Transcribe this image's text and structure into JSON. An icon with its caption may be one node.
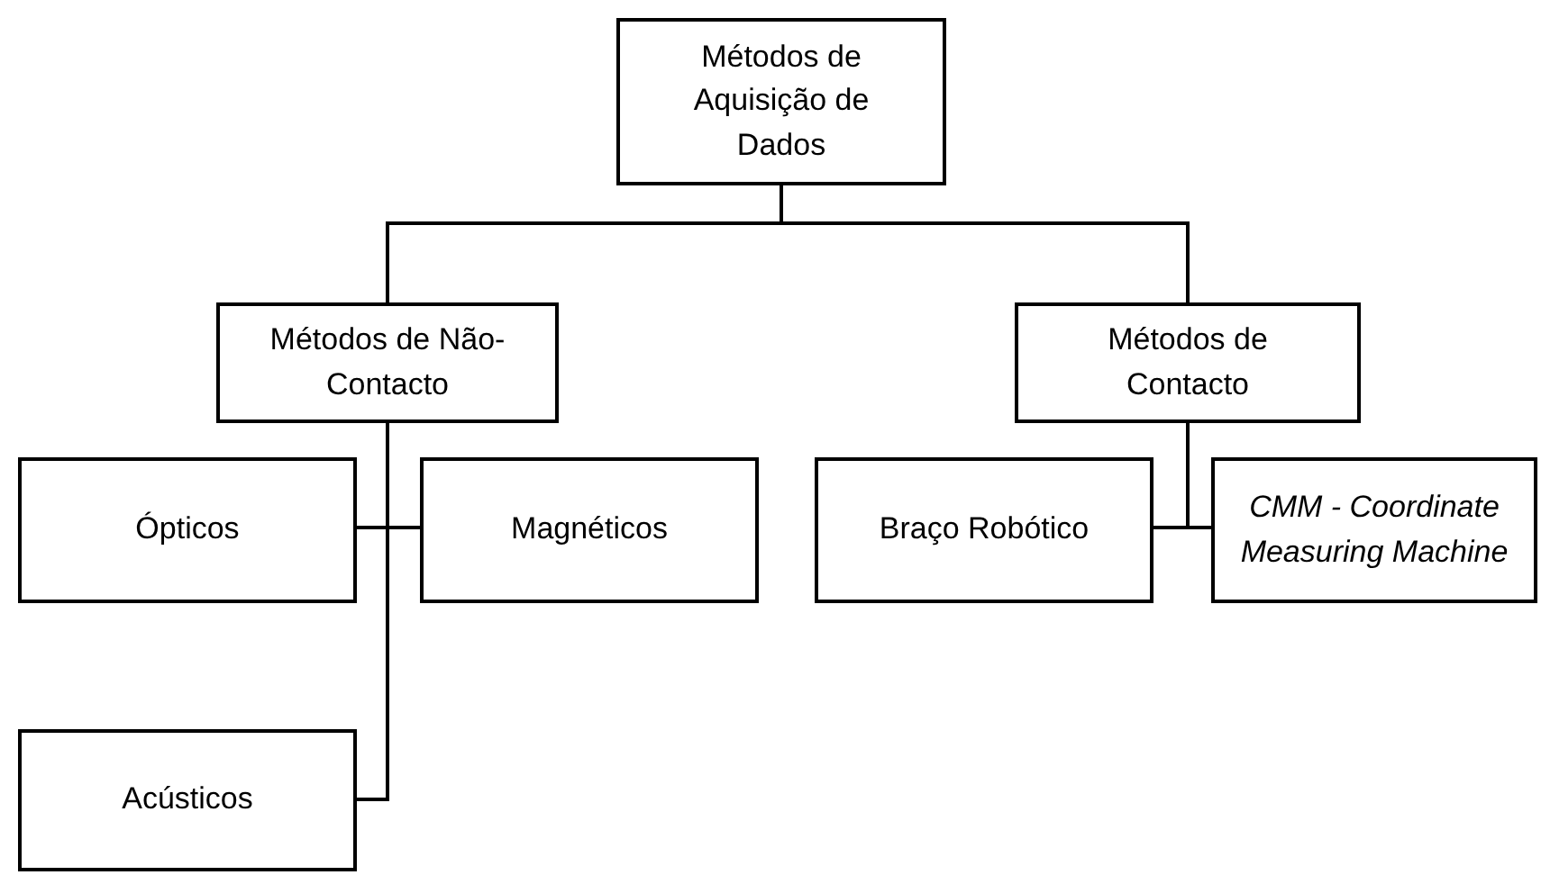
{
  "diagram": {
    "nodes": [
      {
        "text": [
          "Métodos de Aquisição de Dados"
        ]
      },
      {
        "text": [
          "Métodos de Não-Contacto"
        ]
      },
      {
        "text": [
          "Métodos de Contacto"
        ]
      },
      {
        "text": [
          "Ópticos"
        ]
      },
      {
        "text": [
          "Magnéticos"
        ]
      },
      {
        "text": [
          "Acústicos"
        ]
      },
      {
        "text": [
          "Braço Robótico"
        ]
      },
      {
        "text": [
          "CMM - Coordinate Measuring Machine"
        ]
      }
    ],
    "edges": [
      {
        "from": 0,
        "to": 1,
        "arrow": "none"
      },
      {
        "from": 0,
        "to": 2,
        "arrow": "none"
      },
      {
        "from": 1,
        "to": 3,
        "arrow": "none"
      },
      {
        "from": 1,
        "to": 4,
        "arrow": "none"
      },
      {
        "from": 1,
        "to": 5,
        "arrow": "none"
      },
      {
        "from": 2,
        "to": 6,
        "arrow": "none"
      },
      {
        "from": 2,
        "to": 7,
        "arrow": "none"
      }
    ]
  }
}
